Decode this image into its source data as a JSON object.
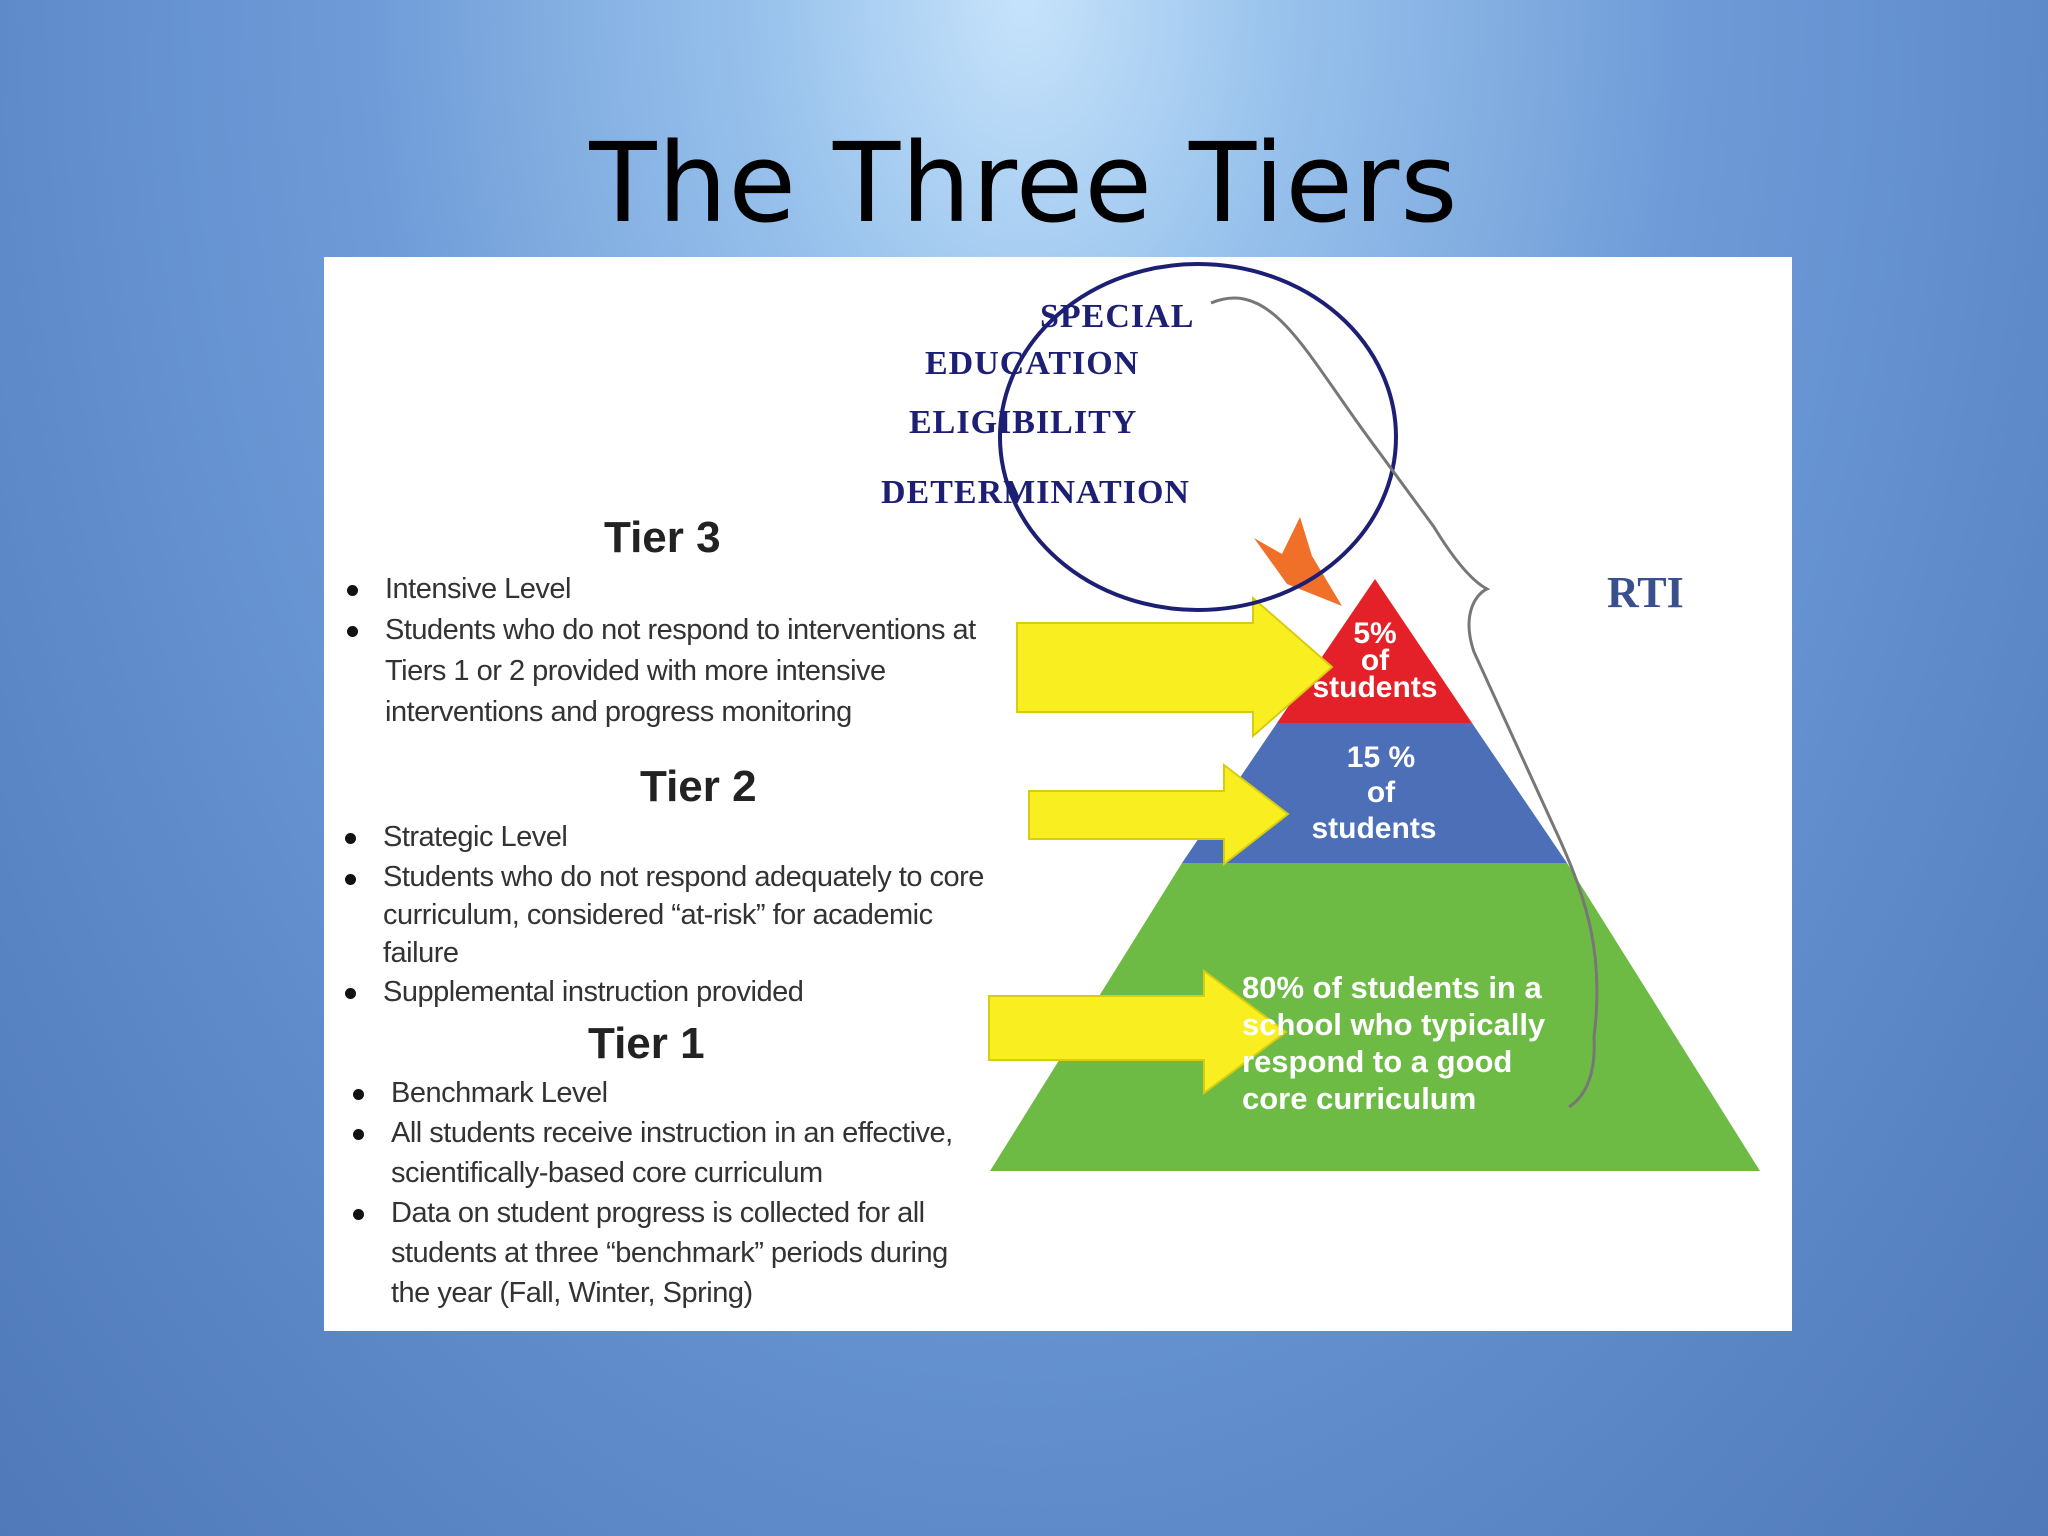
{
  "title": "The Three Tiers",
  "colors": {
    "tier1": "#6dbb45",
    "tier2": "#4c6fb8",
    "tier3": "#e42128",
    "arrow": "#f8ee20",
    "circle_outline": "#1c1f73",
    "up_arrow": "#f07029"
  },
  "circle": {
    "lines": [
      "SPECIAL",
      "EDUCATION",
      "ELIGIBILITY",
      "DETERMINATION"
    ]
  },
  "brace_label": "RTI",
  "pyramid": {
    "top": [
      "5%",
      "of",
      "students"
    ],
    "middle": [
      "15 %",
      "of",
      "students"
    ],
    "bottom": [
      "80% of students in a",
      "school who typically",
      "respond to a good",
      "core curriculum"
    ]
  },
  "tiers": [
    {
      "heading": "Tier 3",
      "bullets": [
        "Intensive Level",
        "Students who do not respond to interventions at Tiers 1 or 2 provided with more intensive interventions and progress monitoring"
      ]
    },
    {
      "heading": "Tier 2",
      "bullets": [
        "Strategic Level",
        "Students who do not respond adequately to core curriculum, considered “at-risk” for academic failure",
        "Supplemental instruction provided"
      ]
    },
    {
      "heading": "Tier 1",
      "bullets": [
        "Benchmark Level",
        "All students receive instruction in an effective, scientifically-based core curriculum",
        "Data on student progress is collected for all students at three “benchmark” periods during the year (Fall, Winter, Spring)"
      ]
    }
  ]
}
